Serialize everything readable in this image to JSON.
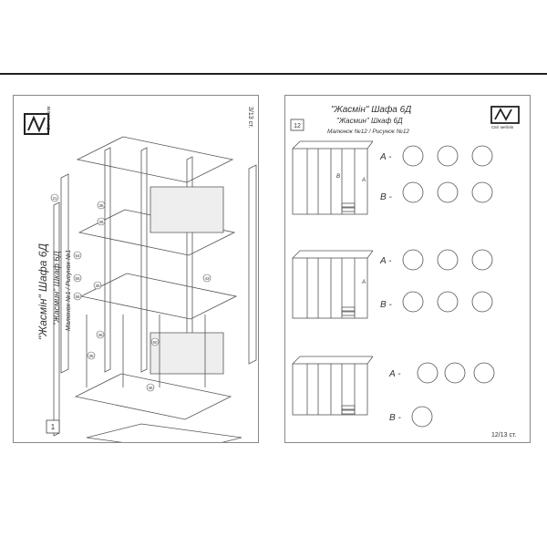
{
  "left_page": {
    "page_number": "1",
    "page_counter": "3/13 ст.",
    "title": "\"Жасмін\" Шафа 6Д",
    "subtitle": "\"Жасмин\" Шкаф 6Д",
    "figure_caption": "Малюнок №1 / Рисунок №1",
    "logo_brand": "Світ меблів",
    "part_labels": [
      "21",
      "36",
      "36",
      "54",
      "55",
      "56",
      "35",
      "43",
      "36",
      "60",
      "35",
      "45"
    ]
  },
  "right_page": {
    "page_number": "12",
    "page_counter": "12/13 ст.",
    "title": "\"Жасмін\" Шафа 6Д",
    "subtitle": "\"Жасмин\" Шкаф 6Д",
    "figure_caption": "Малюнок №12 / Рисунок №12",
    "logo_brand": "Світ меблів",
    "steps": [
      {
        "a_label": "A -",
        "b_label": "B -",
        "door_mark_a": "A",
        "door_mark_b": "B"
      },
      {
        "a_label": "A -",
        "b_label": "B -",
        "door_mark_a": "A"
      },
      {
        "a_label": "A -",
        "b_label": "B -"
      }
    ]
  }
}
